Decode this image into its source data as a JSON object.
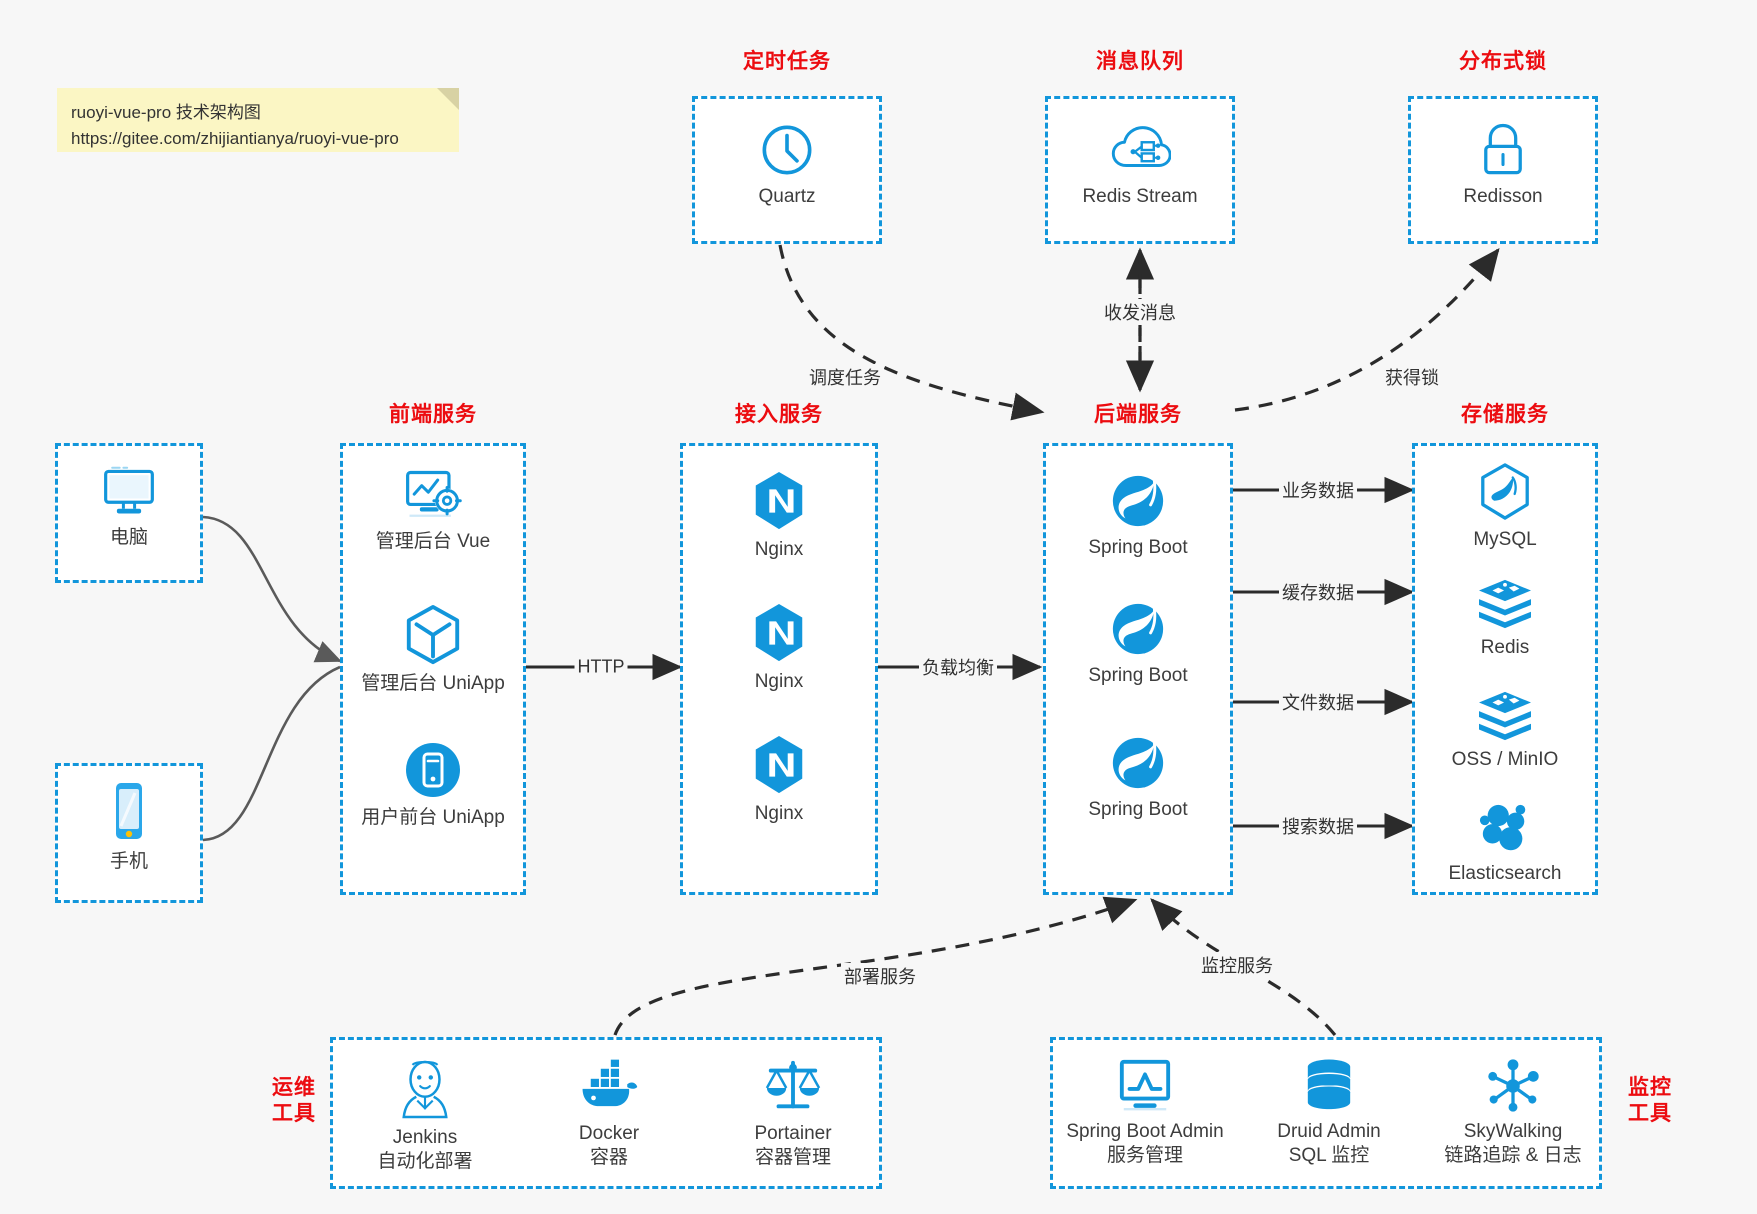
{
  "note": {
    "line1": "ruoyi-vue-pro 技术架构图",
    "line2": "https://gitee.com/zhijiantianya/ruoyi-vue-pro"
  },
  "colors": {
    "accent_blue": "#1296db",
    "title_red": "#ec0c10",
    "background": "#f7f7f7",
    "box_fill": "#ffffff",
    "arrow_dark": "#2b2b2b",
    "device_wire": "#5a5a5a",
    "note_yellow": "#fbf6c4"
  },
  "groups": {
    "scheduled_task": {
      "title": "定时任务",
      "nodes": [
        {
          "label": "Quartz",
          "icon": "clock-icon"
        }
      ]
    },
    "message_queue": {
      "title": "消息队列",
      "nodes": [
        {
          "label": "Redis Stream",
          "icon": "cloud-stream-icon"
        }
      ]
    },
    "distributed_lock": {
      "title": "分布式锁",
      "nodes": [
        {
          "label": "Redisson",
          "icon": "lock-icon"
        }
      ]
    },
    "computer": {
      "title": "",
      "nodes": [
        {
          "label": "电脑",
          "icon": "desktop-monitor-icon"
        }
      ]
    },
    "phone": {
      "title": "",
      "nodes": [
        {
          "label": "手机",
          "icon": "mobile-phone-icon"
        }
      ]
    },
    "frontend": {
      "title": "前端服务",
      "nodes": [
        {
          "label": "管理后台 Vue",
          "icon": "dashboard-gear-icon"
        },
        {
          "label": "管理后台 UniApp",
          "icon": "hexagon-cube-icon"
        },
        {
          "label": "用户前台 UniApp",
          "icon": "app-circle-icon"
        }
      ]
    },
    "gateway": {
      "title": "接入服务",
      "nodes": [
        {
          "label": "Nginx",
          "icon": "nginx-icon"
        },
        {
          "label": "Nginx",
          "icon": "nginx-icon"
        },
        {
          "label": "Nginx",
          "icon": "nginx-icon"
        }
      ]
    },
    "backend": {
      "title": "后端服务",
      "nodes": [
        {
          "label": "Spring Boot",
          "icon": "spring-boot-icon"
        },
        {
          "label": "Spring Boot",
          "icon": "spring-boot-icon"
        },
        {
          "label": "Spring Boot",
          "icon": "spring-boot-icon"
        }
      ]
    },
    "storage": {
      "title": "存储服务",
      "nodes": [
        {
          "label": "MySQL",
          "icon": "mysql-dolphin-icon"
        },
        {
          "label": "Redis",
          "icon": "redis-stack-icon"
        },
        {
          "label": "OSS / MinIO",
          "icon": "redis-stack-icon"
        },
        {
          "label": "Elasticsearch",
          "icon": "elasticsearch-icon"
        }
      ]
    },
    "devops": {
      "title_line1": "运维",
      "title_line2": "工具",
      "nodes": [
        {
          "label": "Jenkins",
          "sublabel": "自动化部署",
          "icon": "jenkins-butler-icon"
        },
        {
          "label": "Docker",
          "sublabel": "容器",
          "icon": "docker-whale-icon"
        },
        {
          "label": "Portainer",
          "sublabel": "容器管理",
          "icon": "portainer-scale-icon"
        }
      ]
    },
    "monitoring": {
      "title_line1": "监控",
      "title_line2": "工具",
      "nodes": [
        {
          "label": "Spring Boot Admin",
          "sublabel": "服务管理",
          "icon": "monitor-chart-icon"
        },
        {
          "label": "Druid Admin",
          "sublabel": "SQL 监控",
          "icon": "database-cylinder-icon"
        },
        {
          "label": "SkyWalking",
          "sublabel": "链路追踪 & 日志",
          "icon": "skywalking-nodes-icon"
        }
      ]
    }
  },
  "edges": [
    {
      "id": "schedule",
      "label": "调度任务"
    },
    {
      "id": "messaging",
      "label": "收发消息"
    },
    {
      "id": "acquire_lock",
      "label": "获得锁"
    },
    {
      "id": "http",
      "label": "HTTP"
    },
    {
      "id": "loadbalance",
      "label": "负载均衡"
    },
    {
      "id": "biz_data",
      "label": "业务数据"
    },
    {
      "id": "cache_data",
      "label": "缓存数据"
    },
    {
      "id": "file_data",
      "label": "文件数据"
    },
    {
      "id": "search_data",
      "label": "搜索数据"
    },
    {
      "id": "deploy",
      "label": "部署服务"
    },
    {
      "id": "monitor",
      "label": "监控服务"
    }
  ]
}
